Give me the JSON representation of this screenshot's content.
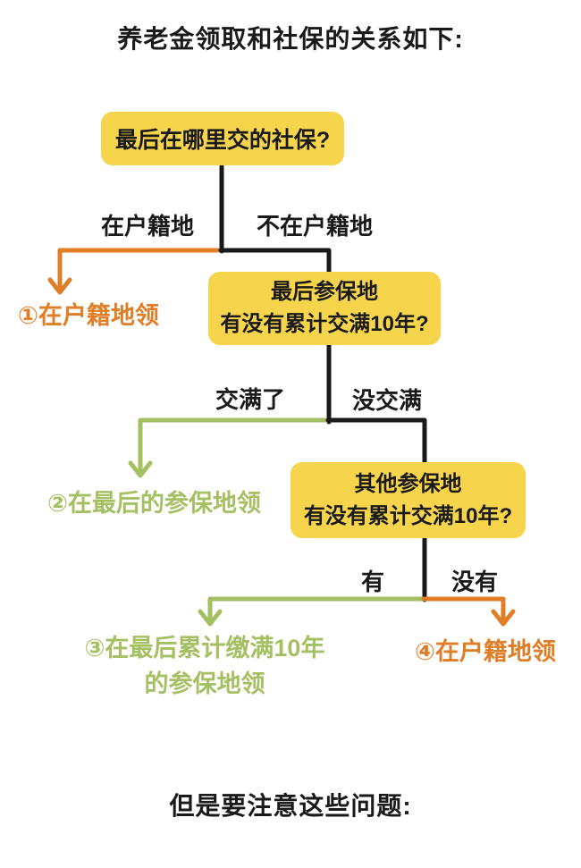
{
  "page": {
    "title": "养老金领取和社保的关系如下:",
    "footer": "但是要注意这些问题:"
  },
  "colors": {
    "node_fill": "#F6D44C",
    "node_text": "#1A1A1A",
    "line_black": "#1A1A1A",
    "orange": "#DF7E27",
    "green": "#A5C063"
  },
  "flowchart": {
    "nodes": [
      {
        "label": "最后在哪里交的社保?"
      },
      {
        "line1": "最后参保地",
        "line2": "有没有累计交满10年?"
      },
      {
        "line1": "其他参保地",
        "line2": "有没有累计交满10年?"
      }
    ],
    "branches": [
      {
        "left": "在户籍地",
        "right": "不在户籍地"
      },
      {
        "left": "交满了",
        "right": "没交满"
      },
      {
        "left": "有",
        "right": "没有"
      }
    ],
    "outcomes": [
      {
        "text": "①在户籍地领"
      },
      {
        "text": "②在最后的参保地领"
      },
      {
        "line1": "③在最后累计缴满10年",
        "line2": "的参保地领"
      },
      {
        "text": "④在户籍地领"
      }
    ]
  }
}
